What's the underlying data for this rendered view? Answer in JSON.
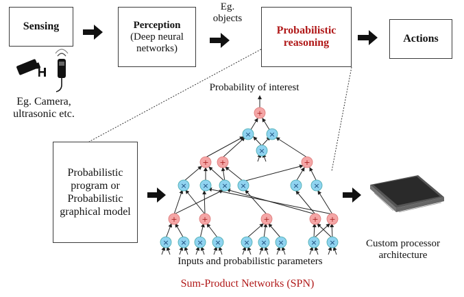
{
  "pipeline": {
    "sensing": "Sensing",
    "perception_title": "Perception",
    "perception_sub": "(Deep neural networks)",
    "eg_objects": "Eg. objects",
    "reasoning": "Probabilistic reasoning",
    "actions": "Actions"
  },
  "sensors": {
    "caption": "Eg. Camera, ultrasonic etc."
  },
  "spn": {
    "top_label": "Probability of interest",
    "bottom_label": "Inputs and probabilistic parameters",
    "caption": "Sum-Product Networks (SPN)",
    "sum_symbol": "+",
    "product_symbol": "×"
  },
  "program_box": {
    "text": "Probabilistic program or Probabilistic graphical model"
  },
  "processor": {
    "caption": "Custom processor architecture"
  },
  "colors": {
    "reasoning_text": "#b01818",
    "caption_text": "#b01818",
    "sum_node": "#f4a6a6",
    "product_node": "#8fd3f0"
  }
}
